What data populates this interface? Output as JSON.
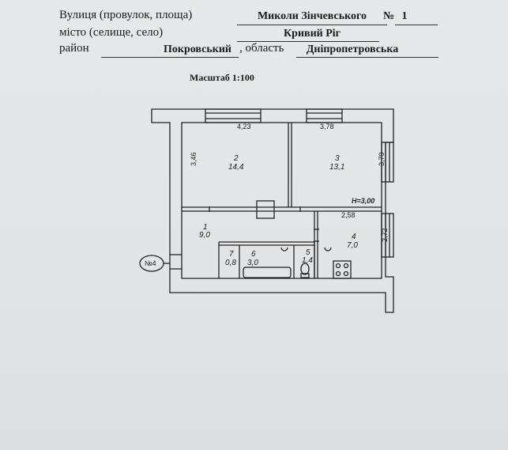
{
  "header": {
    "street_label": "Вулиця (провулок, площа)",
    "street_value": "Миколи Зінчевського",
    "number_label": "№",
    "number_value": "1",
    "city_label": "місто (селище, село)",
    "city_value": "Кривий Ріг",
    "district_label": "район",
    "district_value": "Покровський",
    "region_label": ", область",
    "region_value": "Дніпропетровська"
  },
  "scale": "Масштаб 1:100",
  "plan": {
    "apartment_label": "№4",
    "height_label": "H=3,00",
    "dimensions": {
      "room2_width": "4,23",
      "room2_depth": "3,46",
      "room3_width": "3,78",
      "room3_depth": "3,79",
      "room4_width": "2,58",
      "room4_depth": "2,72"
    },
    "rooms": [
      {
        "number": "1",
        "area": "9,0"
      },
      {
        "number": "2",
        "area": "14,4"
      },
      {
        "number": "3",
        "area": "13,1"
      },
      {
        "number": "4",
        "area": "7,0"
      },
      {
        "number": "5",
        "area": "1,4"
      },
      {
        "number": "6",
        "area": "3,0"
      },
      {
        "number": "7",
        "area": "0,8"
      }
    ]
  }
}
